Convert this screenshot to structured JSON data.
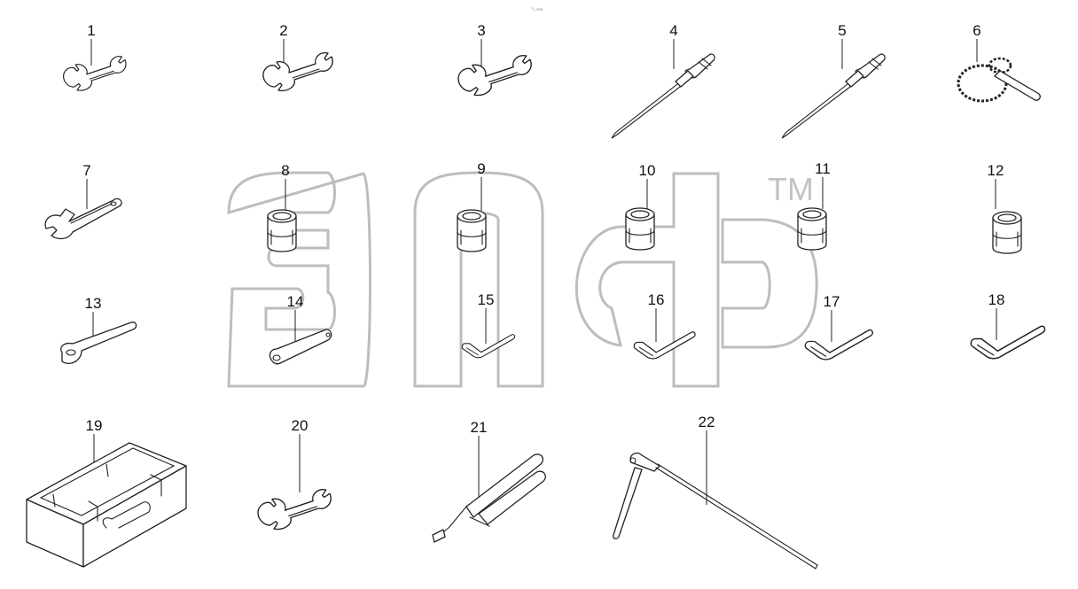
{
  "diagram": {
    "header_mark": "⁰ₒ ∞∞",
    "watermark": {
      "trademark": "TM",
      "color": "#bdbdbd"
    },
    "callouts": [
      "1",
      "2",
      "3",
      "4",
      "5",
      "6",
      "7",
      "8",
      "9",
      "10",
      "11",
      "12",
      "13",
      "14",
      "15",
      "16",
      "17",
      "18",
      "19",
      "20",
      "21",
      "22"
    ],
    "parts": [
      {
        "id": "1",
        "icon": "open-end-wrench-icon"
      },
      {
        "id": "2",
        "icon": "open-end-wrench-icon"
      },
      {
        "id": "3",
        "icon": "open-end-wrench-icon"
      },
      {
        "id": "4",
        "icon": "screwdriver-icon"
      },
      {
        "id": "5",
        "icon": "screwdriver-icon"
      },
      {
        "id": "6",
        "icon": "chain-filter-wrench-icon"
      },
      {
        "id": "7",
        "icon": "adjustable-wrench-icon"
      },
      {
        "id": "8",
        "icon": "socket-icon"
      },
      {
        "id": "9",
        "icon": "socket-icon"
      },
      {
        "id": "10",
        "icon": "socket-icon"
      },
      {
        "id": "11",
        "icon": "socket-icon"
      },
      {
        "id": "12",
        "icon": "socket-icon"
      },
      {
        "id": "13",
        "icon": "socket-handle-icon"
      },
      {
        "id": "14",
        "icon": "extension-bar-icon"
      },
      {
        "id": "15",
        "icon": "hex-key-icon"
      },
      {
        "id": "16",
        "icon": "hex-key-icon"
      },
      {
        "id": "17",
        "icon": "hex-key-icon"
      },
      {
        "id": "18",
        "icon": "hex-key-icon"
      },
      {
        "id": "19",
        "icon": "tool-box-icon"
      },
      {
        "id": "20",
        "icon": "open-end-wrench-icon"
      },
      {
        "id": "21",
        "icon": "grease-gun-icon"
      },
      {
        "id": "22",
        "icon": "pry-bar-icon"
      }
    ]
  }
}
